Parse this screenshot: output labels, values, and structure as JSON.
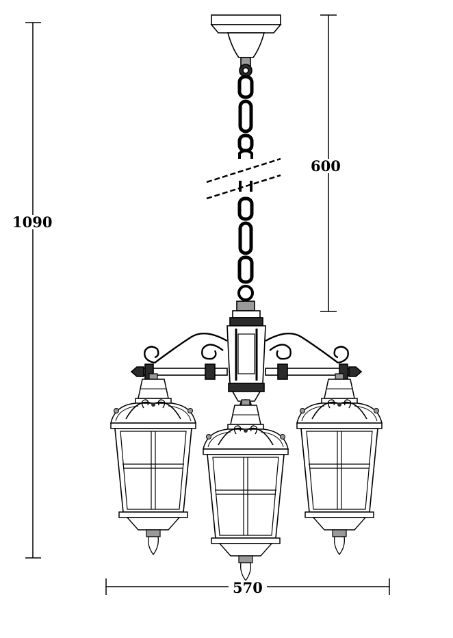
{
  "dimensions": {
    "overall_height": "1090",
    "chain_length": "600",
    "overall_width": "570"
  },
  "colors": {
    "line": "#000000",
    "fill_dark": "#2b2b2b",
    "fill_mid": "#9a9a9a",
    "fill_light": "#f2f2f2",
    "background": "#ffffff"
  }
}
